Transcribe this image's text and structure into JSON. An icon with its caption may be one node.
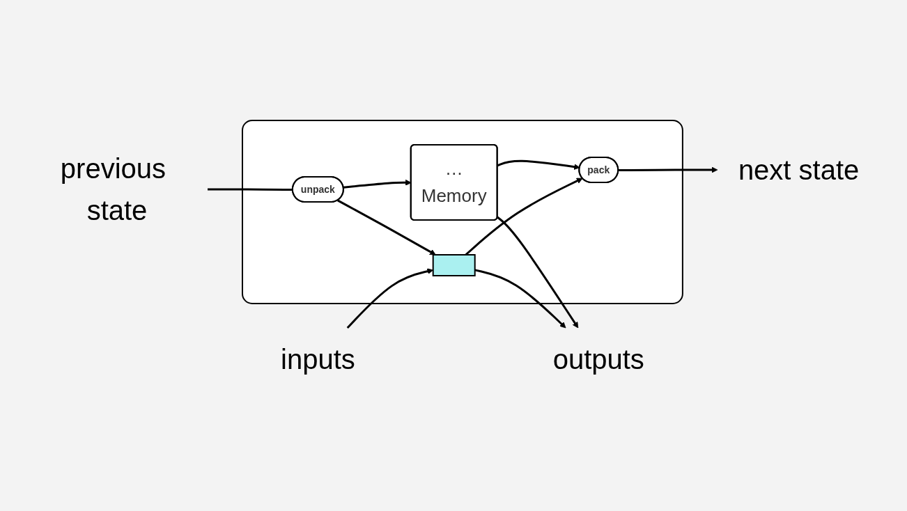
{
  "diagram": {
    "nodes": [
      {
        "text": [
          "previous state"
        ]
      },
      {
        "text": [
          "inputs"
        ]
      },
      {
        "text": [],
        "shape": "box"
      },
      {
        "text": [
          "unpack"
        ],
        "in": 2
      },
      {
        "text": [
          "…",
          "Memory"
        ],
        "in": 2
      },
      {
        "text": [
          "pack"
        ],
        "in": 2
      },
      {
        "text": [],
        "shape": "bar",
        "in": 2
      },
      {
        "text": [
          "next state"
        ]
      },
      {
        "text": [
          "outputs"
        ]
      }
    ],
    "edges": [
      {
        "from": 0,
        "to": 3,
        "arrow": "none"
      },
      {
        "from": 3,
        "to": 4,
        "arrow": "to"
      },
      {
        "from": 3,
        "to": 6,
        "arrow": "to"
      },
      {
        "from": 4,
        "to": 5,
        "arrow": "to"
      },
      {
        "from": 6,
        "to": 5,
        "arrow": "to"
      },
      {
        "from": 5,
        "to": 7,
        "arrow": "to"
      },
      {
        "from": 1,
        "to": 6,
        "arrow": "to"
      },
      {
        "from": 4,
        "to": 8,
        "arrow": "to"
      },
      {
        "from": 6,
        "to": 8,
        "arrow": "to"
      }
    ]
  }
}
